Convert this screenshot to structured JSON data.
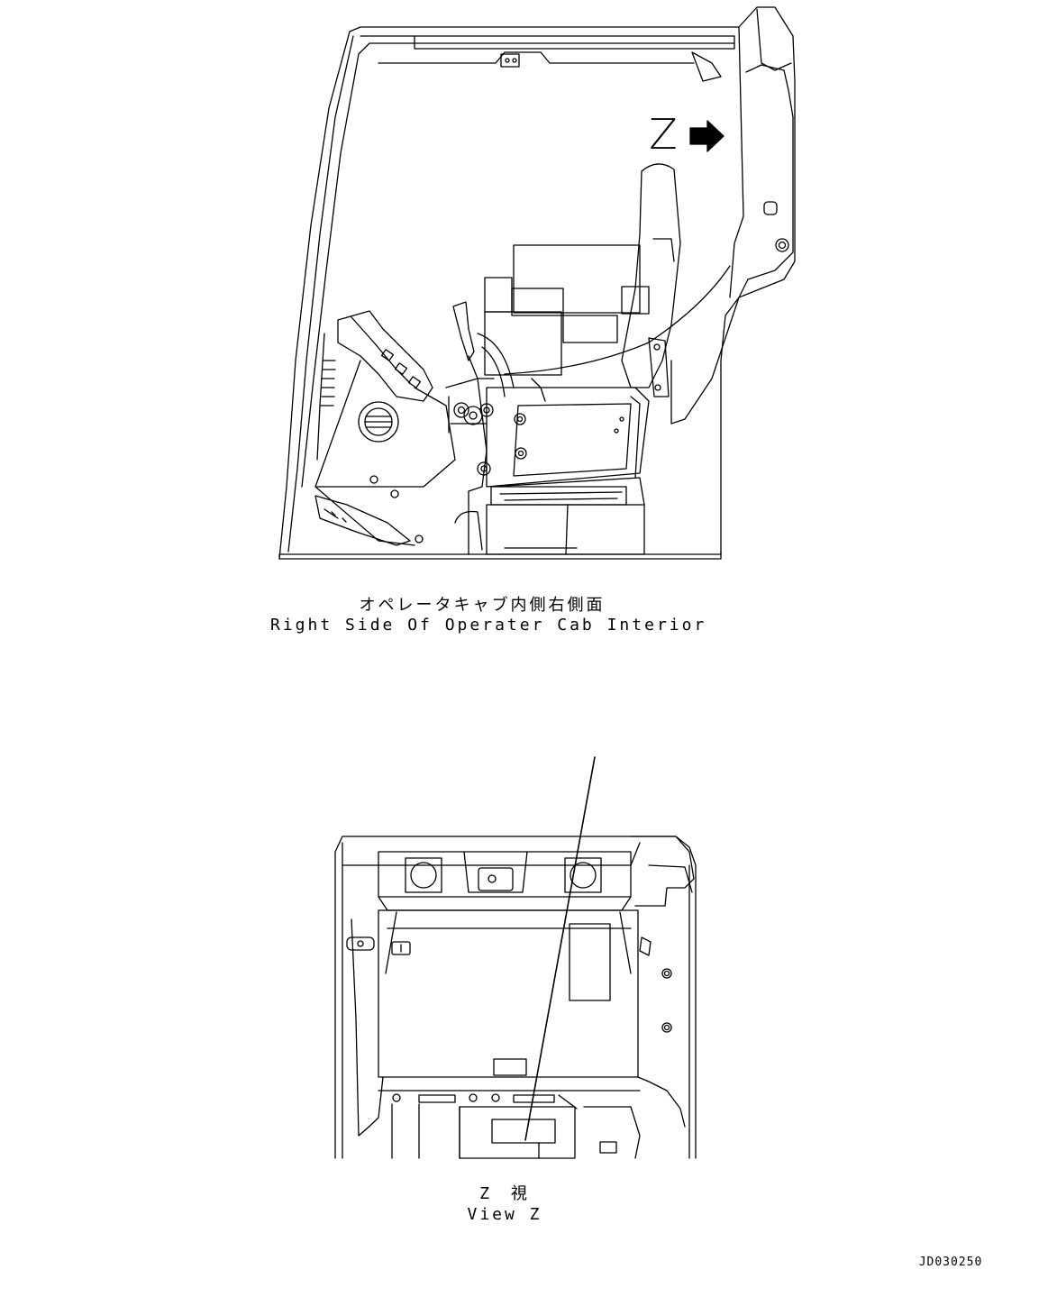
{
  "top_view": {
    "caption_jp": "オペレータキャブ内側右側面",
    "caption_en": "Right Side Of Operater Cab Interior",
    "view_marker": "Z"
  },
  "bottom_view": {
    "caption_jp": "Z　視",
    "caption_en": "View Z"
  },
  "drawing_id": "JD030250"
}
